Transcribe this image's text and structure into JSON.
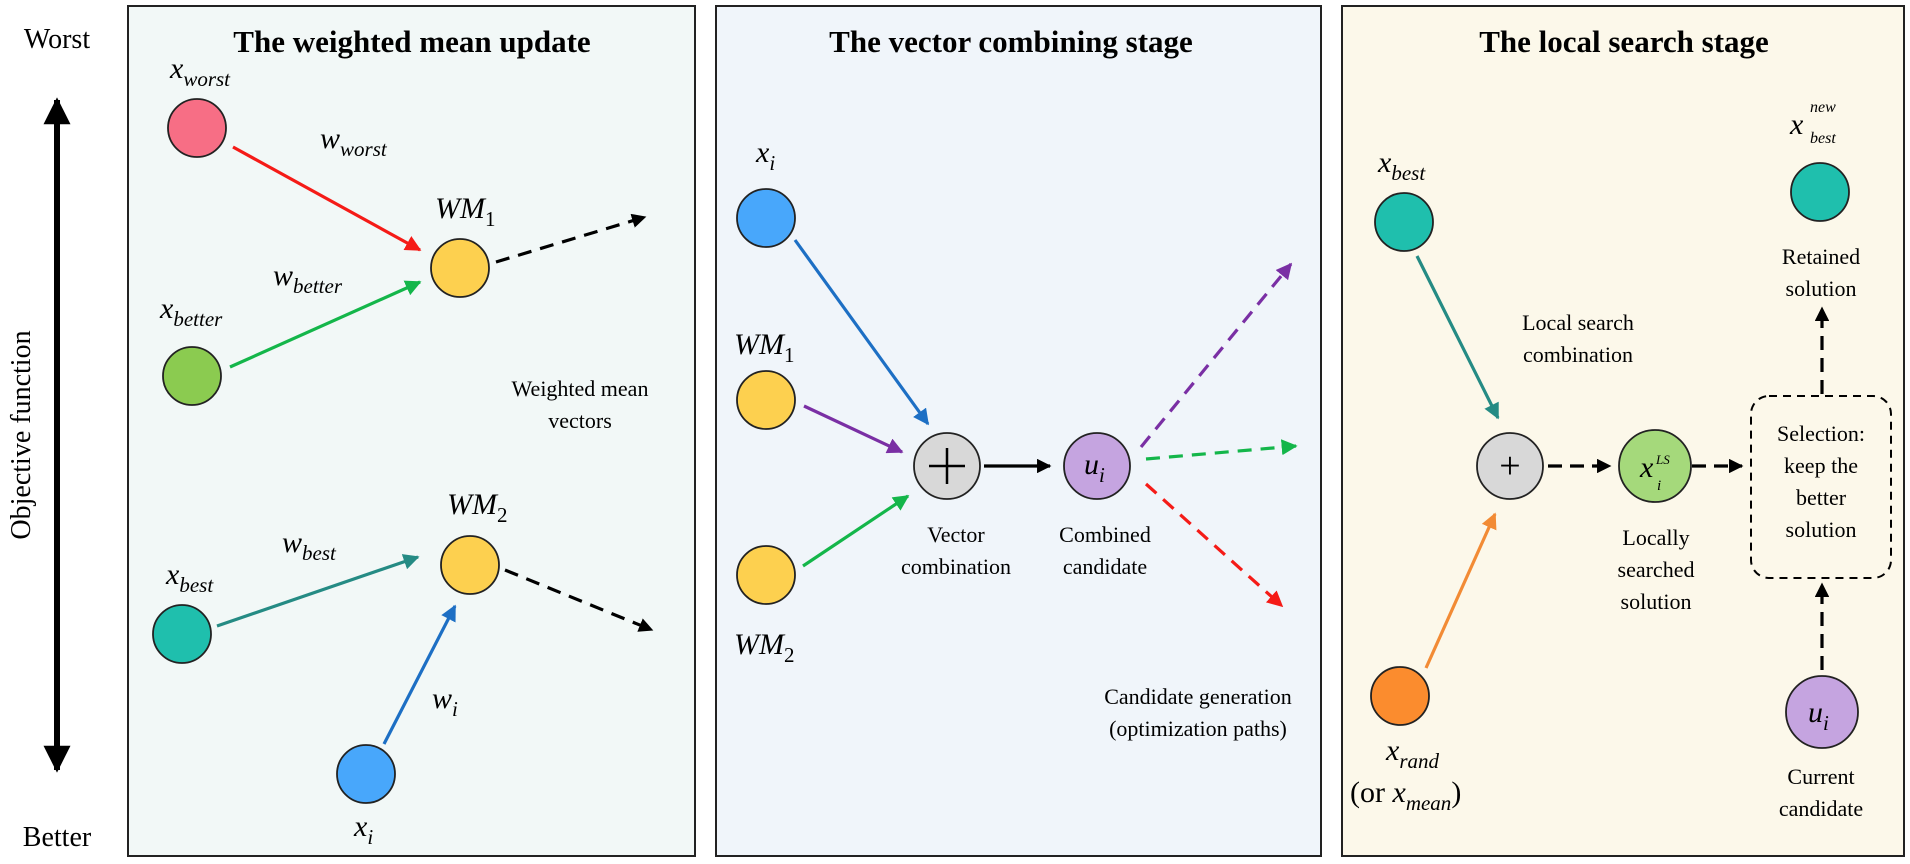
{
  "axis": {
    "top": "Worst",
    "bottom": "Better",
    "label": "Objective function"
  },
  "panels": [
    {
      "title": "The weighted mean update",
      "bg": "#f2f8f7"
    },
    {
      "title": "The vector combining stage",
      "bg": "#f0f5fa"
    },
    {
      "title": "The local search stage",
      "bg": "#fcf8ea"
    }
  ],
  "colors": {
    "worst": "#f76e85",
    "better": "#8bcb50",
    "best": "#1fbfad",
    "xi": "#48a7fb",
    "wm": "#fdd04f",
    "u": "#c5a4e0",
    "sum": "#d8d8d8",
    "ls": "#a5d97b",
    "rand": "#fb8c2e",
    "red": "#f51b17",
    "green": "#14b64a",
    "blue": "#1d6fc4",
    "teal": "#258b84",
    "purple": "#7a2fa4",
    "orange": "#f28b35"
  },
  "panel1": {
    "x_worst": {
      "main": "x",
      "sub": "worst"
    },
    "x_better": {
      "main": "x",
      "sub": "better"
    },
    "x_best": {
      "main": "x",
      "sub": "best"
    },
    "x_i": {
      "main": "x",
      "sub": "i"
    },
    "w_worst": {
      "main": "w",
      "sub": "worst"
    },
    "w_better": {
      "main": "w",
      "sub": "better"
    },
    "w_best": {
      "main": "w",
      "sub": "best"
    },
    "w_i": {
      "main": "w",
      "sub": "i"
    },
    "wm1": {
      "main": "WM",
      "sub": "1"
    },
    "wm2": {
      "main": "WM",
      "sub": "2"
    },
    "desc": [
      "Weighted mean",
      "vectors"
    ]
  },
  "panel2": {
    "x_i": {
      "main": "x",
      "sub": "i"
    },
    "wm1": {
      "main": "WM",
      "sub": "1"
    },
    "wm2": {
      "main": "WM",
      "sub": "2"
    },
    "u_i": {
      "main": "u",
      "sub": "i"
    },
    "vector_combination": [
      "Vector",
      "combination"
    ],
    "combined_candidate": [
      "Combined",
      "candidate"
    ],
    "candidate_generation": [
      "Candidate generation",
      "(optimization paths)"
    ]
  },
  "panel3": {
    "x_best": {
      "main": "x",
      "sub": "best"
    },
    "x_rand": {
      "main": "x",
      "sub": "rand"
    },
    "or_prefix": "(or ",
    "or_main": "x",
    "or_sub": "mean",
    "or_suffix": ")",
    "x_ls": {
      "main": "x",
      "sup": "LS",
      "sub": "i"
    },
    "x_new_best": {
      "main": "x",
      "sup": "new",
      "sub": "best"
    },
    "u_i": {
      "main": "u",
      "sub": "i"
    },
    "local_search_combination": [
      "Local search",
      "combination"
    ],
    "locally_searched": [
      "Locally",
      "searched",
      "solution"
    ],
    "retained": [
      "Retained",
      "solution"
    ],
    "selection": [
      "Selection:",
      "keep the",
      "better",
      "solution"
    ],
    "current_candidate": [
      "Current",
      "candidate"
    ],
    "plus": "+"
  }
}
